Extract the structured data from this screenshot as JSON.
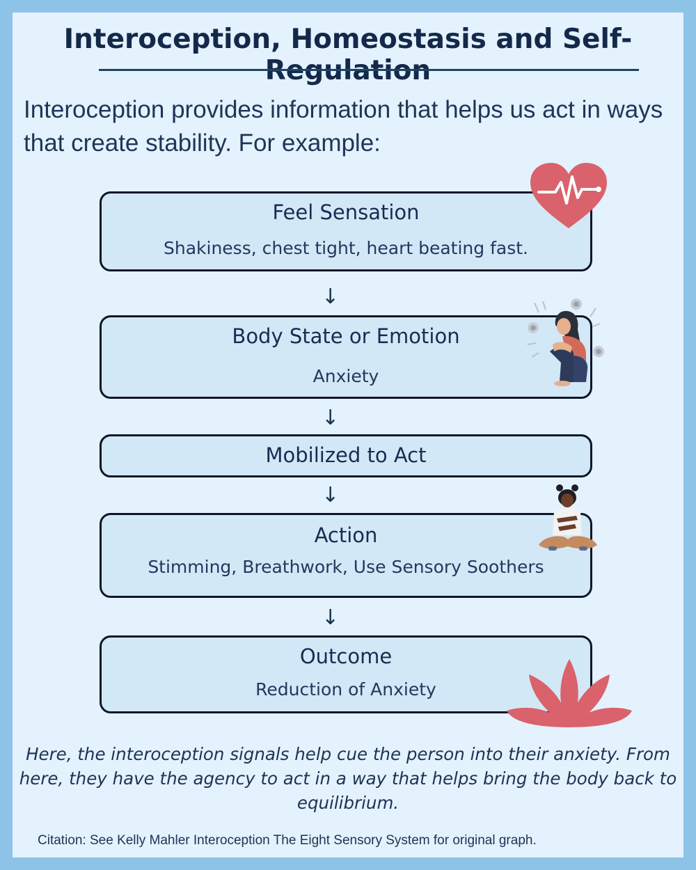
{
  "title": "Interoception, Homeostasis and Self-Regulation",
  "intro": "Interoception provides information that helps us act in ways that create stability. For example:",
  "steps": [
    {
      "heading": "Feel Sensation",
      "detail": "Shakiness, chest tight, heart beating fast."
    },
    {
      "heading": "Body State or Emotion",
      "detail": "Anxiety"
    },
    {
      "heading": "Mobilized to Act",
      "detail": ""
    },
    {
      "heading": "Action",
      "detail": "Stimming, Breathwork, Use Sensory Soothers"
    },
    {
      "heading": "Outcome",
      "detail": "Reduction of Anxiety"
    }
  ],
  "arrow_glyph": "↓",
  "footnote": "Here, the interoception signals help cue the person into their anxiety. From here, they have the agency to act in a way that helps bring the body back to equilibrium.",
  "citation": "Citation:  See Kelly Mahler Interoception The Eight Sensory System for original graph.",
  "icons": {
    "heart": "heartbeat-heart-icon",
    "anxious_person": "anxious-person-illustration",
    "meditating_person": "self-soothing-person-illustration",
    "lotus": "lotus-flower-icon"
  },
  "colors": {
    "border": "#8cc3e6",
    "panel": "#e3f2fc",
    "box_fill": "#d2e8f6",
    "box_stroke": "#0d1626",
    "accent_pink": "#d9626d",
    "title_rule": "#1c4566"
  }
}
